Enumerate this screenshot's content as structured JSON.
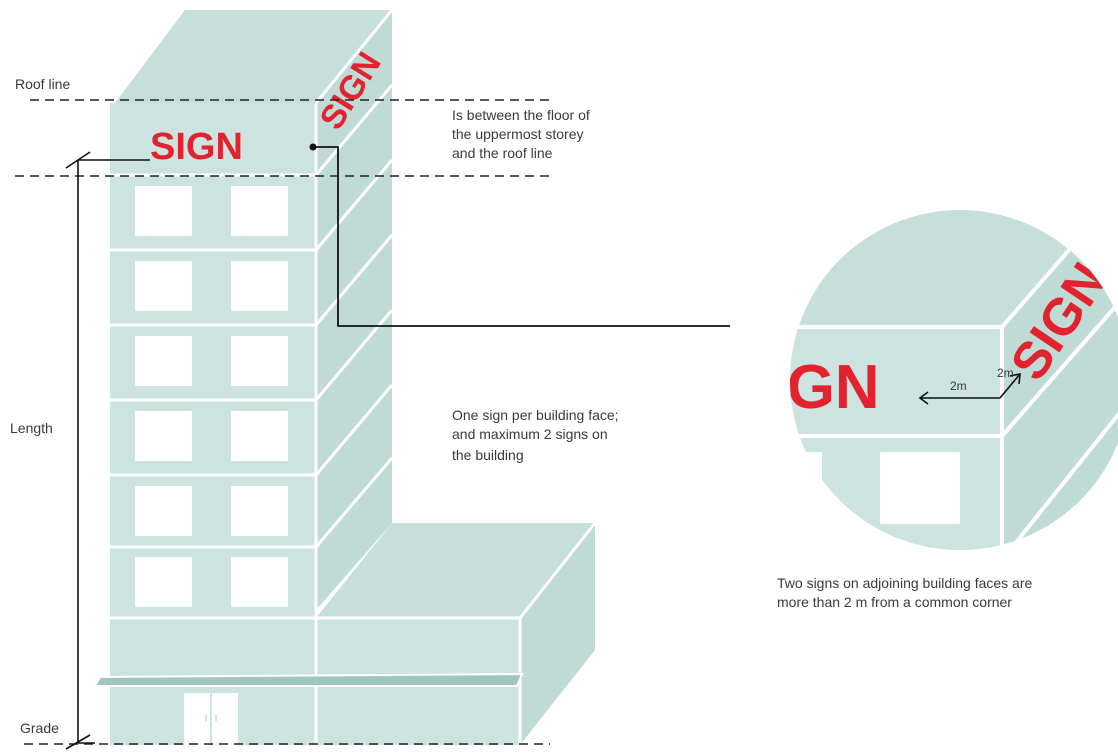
{
  "colors": {
    "building_fill": "#cde3df",
    "building_side": "#c0dbd6",
    "building_top": "#c6dfda",
    "building_edge": "#ffffff",
    "sign_red": "#e2222f",
    "line": "#111111",
    "text": "#3a3a3a"
  },
  "labels": {
    "roof_line": "Roof line",
    "length": "Length",
    "grade": "Grade"
  },
  "annotations": {
    "uppermost_storey": [
      "Is between the floor of",
      "the uppermost storey",
      "and the roof line"
    ],
    "one_sign": [
      "One sign per building face;",
      "and maximum 2 signs on",
      "the building"
    ],
    "two_signs": [
      "Two signs on adjoining building faces are",
      "more than 2 m from a common corner"
    ]
  },
  "signs": {
    "front": "SIGN",
    "side": "SIGN",
    "zoom_front": "SIGN",
    "zoom_side": "SIGN"
  },
  "zoom": {
    "front_distance": "2m",
    "side_distance": "2m"
  }
}
